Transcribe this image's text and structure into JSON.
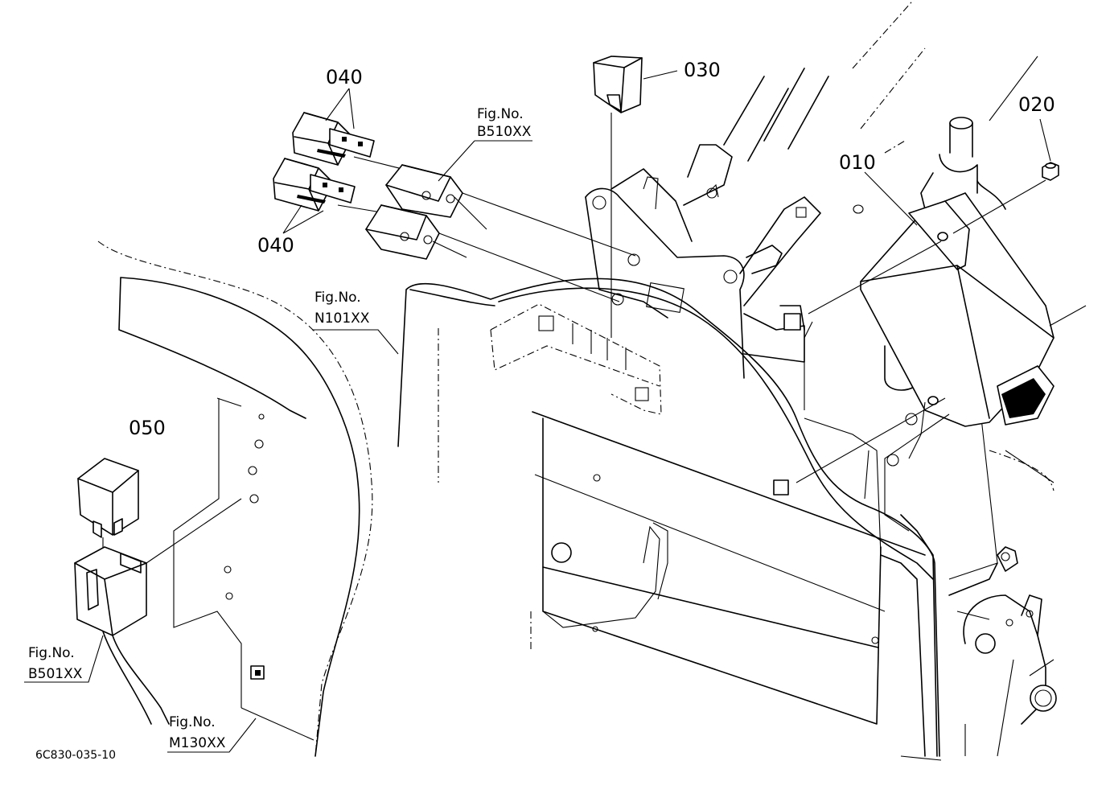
{
  "drawing_code": "6C830-035-10",
  "parts": {
    "p010": "010",
    "p020": "020",
    "p030": "030",
    "p040_top": "040",
    "p040_bottom": "040",
    "p050": "050"
  },
  "figure_refs": {
    "b510": {
      "line1": "Fig.No.",
      "line2": "B510XX"
    },
    "n101": {
      "line1": "Fig.No.",
      "line2": "N101XX"
    },
    "b501": {
      "line1": "Fig.No.",
      "line2": "B501XX"
    },
    "m130": {
      "line1": "Fig.No.",
      "line2": "M130XX"
    }
  }
}
